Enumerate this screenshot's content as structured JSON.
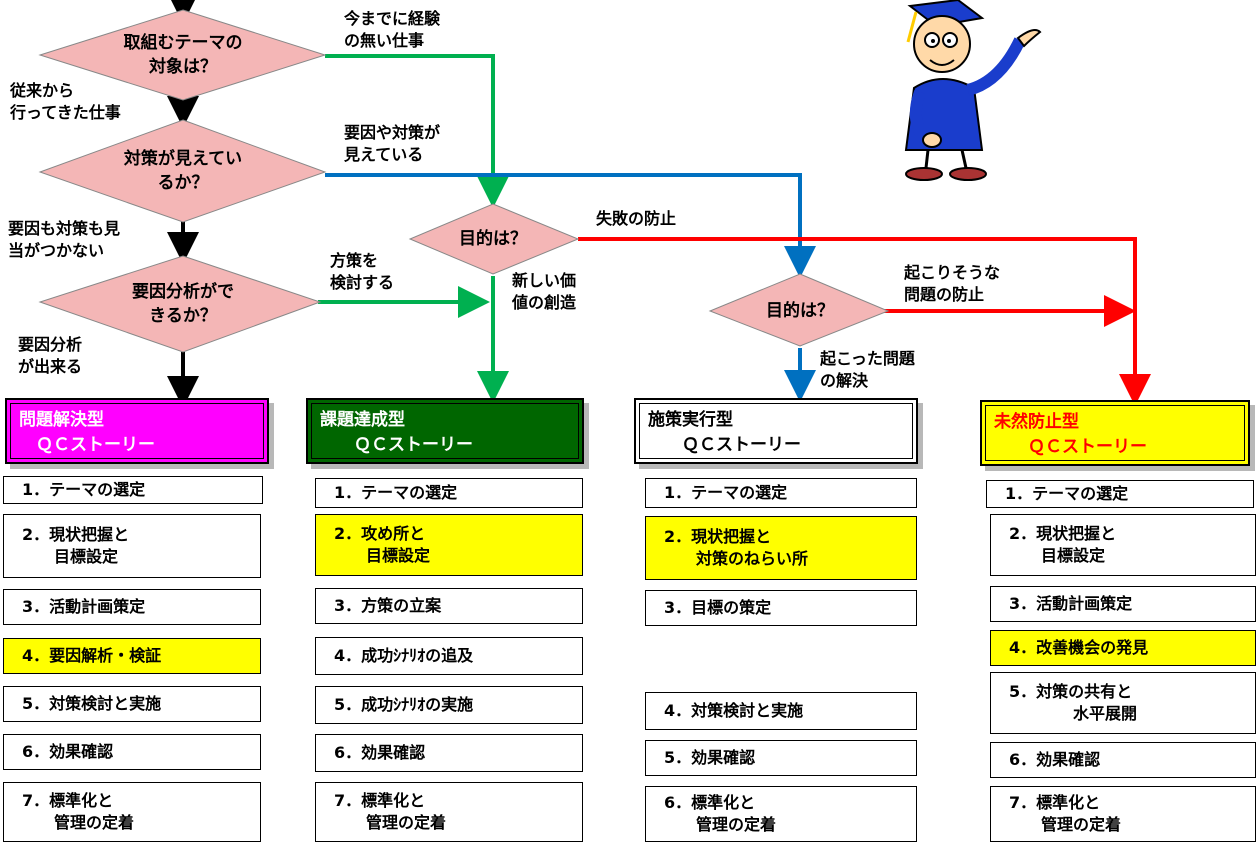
{
  "decisions": {
    "theme": "取組むテーマの\n対象は？",
    "measures": "対策が見えてい\nるか？",
    "analysis": "要因分析がで\nきるか？",
    "purpose1": "目的は？",
    "purpose2": "目的は？"
  },
  "branch_labels": {
    "inexperienced": "今までに経験\nの無い仕事",
    "conventional": "従来から\n行ってきた仕事",
    "measures_visible": "要因や対策が\n見えている",
    "unknown": "要因も対策も見\n当がつかない",
    "consider_policy": "方策を\n検討する",
    "analysis_ok": "要因分析\nが出来る",
    "prevent_failure": "失敗の防止",
    "new_value": "新しい価\n値の創造",
    "prevent_likely": "起こりそうな\n問題の防止",
    "solve_occurred": "起こった問題\nの解決"
  },
  "stories": [
    {
      "title": "問題解決型\n　ＱＣストーリー",
      "bg": "#ff00ff",
      "title_color": "#ffffff",
      "steps": [
        {
          "text": "1．テーマの選定",
          "highlight": false
        },
        {
          "text": "2．現状把握と\n　　目標設定",
          "highlight": false
        },
        {
          "text": "3．活動計画策定",
          "highlight": false
        },
        {
          "text": "4．要因解析・検証",
          "highlight": true
        },
        {
          "text": "5．対策検討と実施",
          "highlight": false
        },
        {
          "text": "6．効果確認",
          "highlight": false
        },
        {
          "text": "7．標準化と\n　　管理の定着",
          "highlight": false
        }
      ]
    },
    {
      "title": "課題達成型\n　　ＱＣストーリー",
      "bg": "#006600",
      "title_color": "#ffffff",
      "steps": [
        {
          "text": "1．テーマの選定",
          "highlight": false
        },
        {
          "text": "2．攻め所と\n　　目標設定",
          "highlight": true
        },
        {
          "text": "3．方策の立案",
          "highlight": false
        },
        {
          "text": "4．成功ｼﾅﾘｵの追及",
          "highlight": false
        },
        {
          "text": "5．成功ｼﾅﾘｵの実施",
          "highlight": false
        },
        {
          "text": "6．効果確認",
          "highlight": false
        },
        {
          "text": "7．標準化と\n　　管理の定着",
          "highlight": false
        }
      ]
    },
    {
      "title": "施策実行型\n　　ＱＣストーリー",
      "bg": "#ffffff",
      "title_color": "#000000",
      "steps": [
        {
          "text": "1．テーマの選定",
          "highlight": false
        },
        {
          "text": "2．現状把握と\n　　対策のねらい所",
          "highlight": true
        },
        {
          "text": "3．目標の策定",
          "highlight": false
        },
        {
          "text": "4．対策検討と実施",
          "highlight": false
        },
        {
          "text": "5．効果確認",
          "highlight": false
        },
        {
          "text": "6．標準化と\n　　管理の定着",
          "highlight": false
        }
      ]
    },
    {
      "title": "未然防止型\n　　ＱＣストーリー",
      "bg": "#ffff00",
      "title_color": "#ff0000",
      "steps": [
        {
          "text": "1．テーマの選定",
          "highlight": false
        },
        {
          "text": "2．現状把握と\n　　目標設定",
          "highlight": false
        },
        {
          "text": "3．活動計画策定",
          "highlight": false
        },
        {
          "text": "4．改善機会の発見",
          "highlight": true
        },
        {
          "text": "5．対策の共有と\n　　　　水平展開",
          "highlight": false
        },
        {
          "text": "6．効果確認",
          "highlight": false
        },
        {
          "text": "7．標準化と\n　　管理の定着",
          "highlight": false
        }
      ]
    }
  ],
  "colors": {
    "diamond": "#f4b6b6",
    "highlight": "#ffff00",
    "green_path": "#00b050",
    "blue_path": "#0070c0",
    "red_path": "#ff0000",
    "black_path": "#000000"
  },
  "icon": "professor-pointing-icon"
}
